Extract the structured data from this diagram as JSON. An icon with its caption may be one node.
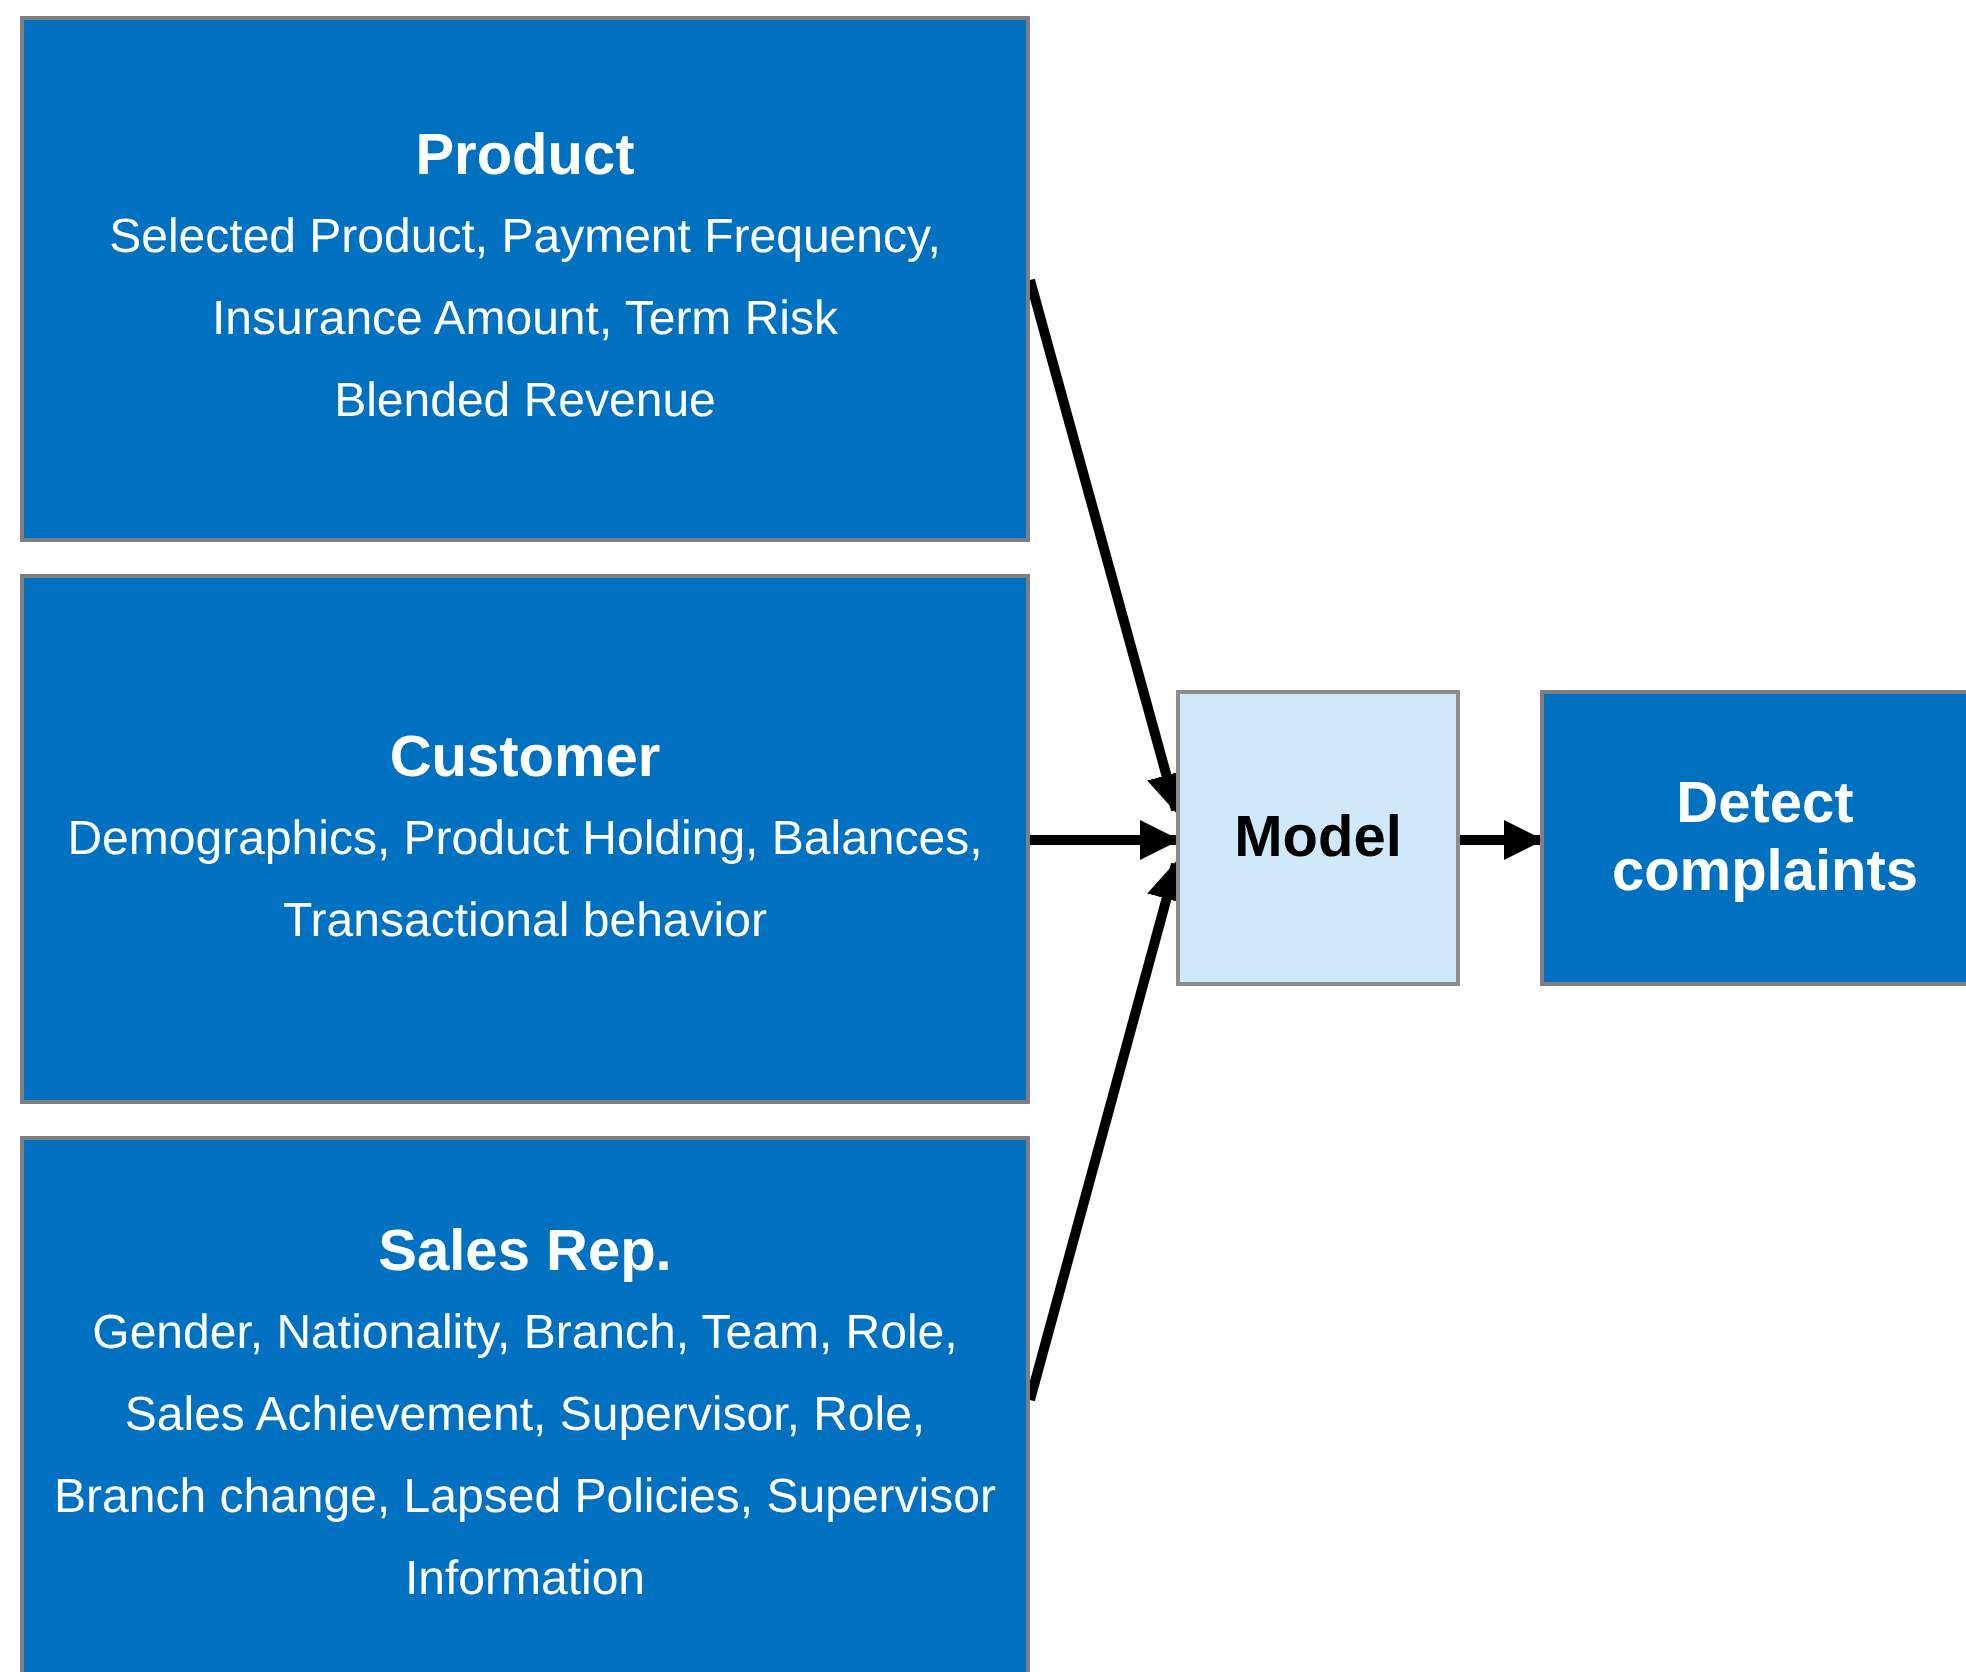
{
  "diagram": {
    "nodes": [
      {
        "text": [
          "Product",
          "Selected Product, Payment Frequency, Insurance Amount, Term Risk",
          "Blended Revenue"
        ]
      },
      {
        "text": [
          "Customer",
          "Demographics, Product Holding, Balances, Transactional behavior"
        ]
      },
      {
        "text": [
          "Sales Rep.",
          "Gender, Nationality, Branch, Team, Role, Sales Achievement, Supervisor, Role, Branch change, Lapsed Policies, Supervisor Information"
        ]
      },
      {
        "text": [
          "Model"
        ]
      },
      {
        "text": [
          "Detect complaints"
        ]
      }
    ],
    "edges": [
      {
        "from": 0,
        "to": 3,
        "arrow": "to"
      },
      {
        "from": 1,
        "to": 3,
        "arrow": "to"
      },
      {
        "from": 2,
        "to": 3,
        "arrow": "to"
      },
      {
        "from": 3,
        "to": 4,
        "arrow": "to"
      }
    ]
  }
}
